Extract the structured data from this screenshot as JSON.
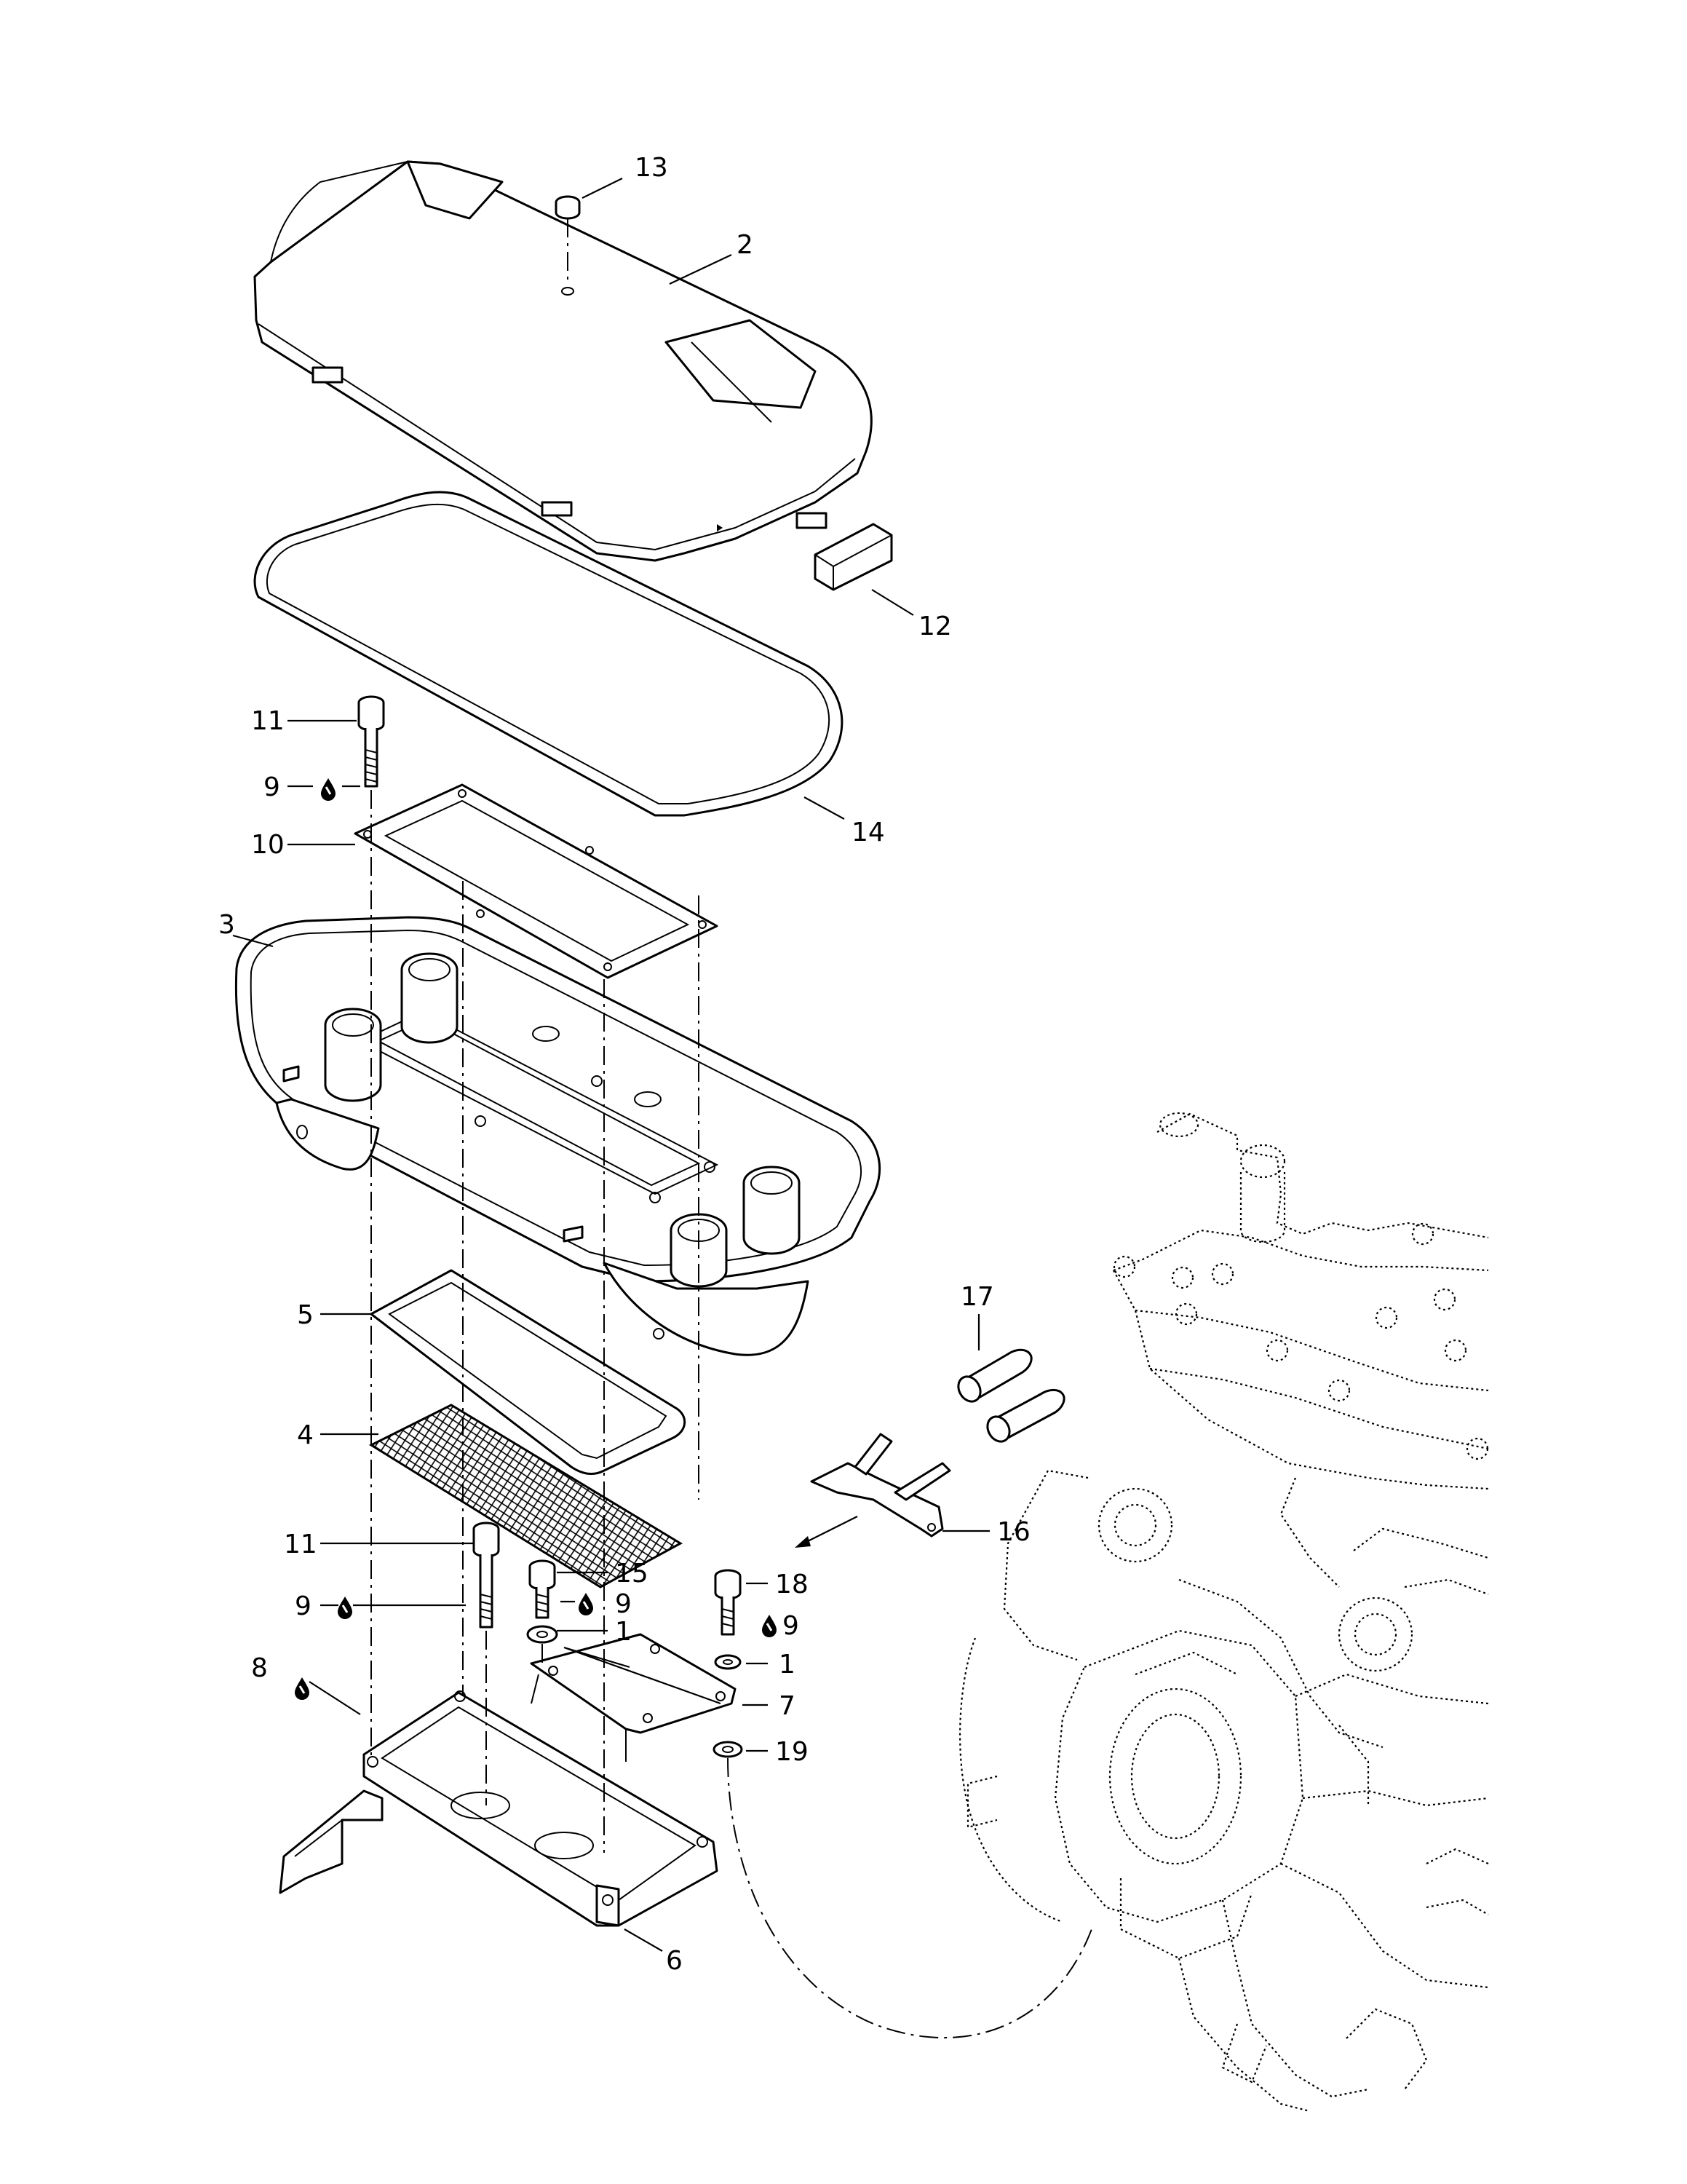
{
  "colors": {
    "line": "#000000",
    "background": "#ffffff"
  },
  "icons": {
    "lubricant": "oil-drop-icon",
    "arrow": "arrow-icon"
  },
  "labels": {
    "l13": "13",
    "l2": "2",
    "l12": "12",
    "l14": "14",
    "l11a": "11",
    "l9a": "9",
    "l10": "10",
    "l3": "3",
    "l5": "5",
    "l4": "4",
    "l11b": "11",
    "l9b": "9",
    "l8": "8",
    "l15": "15",
    "l9c": "9",
    "l1a": "1",
    "l18": "18",
    "l9d": "9",
    "l1b": "1",
    "l7": "7",
    "l19": "19",
    "l6": "6",
    "l17": "17",
    "l16": "16"
  }
}
